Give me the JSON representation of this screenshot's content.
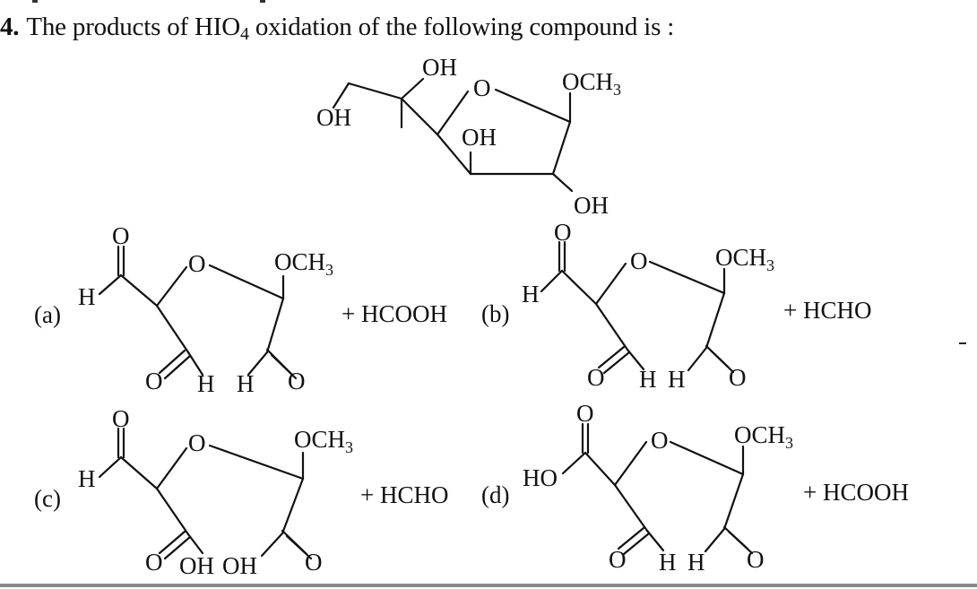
{
  "question": {
    "number": "4.",
    "text_before": "The products of HIO",
    "subscript": "4",
    "text_after": " oxidation of the following compound is :"
  },
  "reactant": {
    "labels": {
      "oh_top": "OH",
      "oh_left": "OH",
      "ring_o": "O",
      "och3": "OCH",
      "och3_sub": "3",
      "oh_ring": "OH",
      "oh_bottom": "OH"
    }
  },
  "options": [
    {
      "letter": "(a)",
      "byproduct": "+ HCOOH",
      "labels": {
        "top_o": "O",
        "left": "H",
        "ring_o": "O",
        "och3": "OCH",
        "och3_sub": "3",
        "bl_o": "O",
        "bl_sub": "H",
        "br_sub": "H",
        "br_o": "O"
      }
    },
    {
      "letter": "(b)",
      "byproduct": "+ HCHO",
      "labels": {
        "top_o": "O",
        "left": "H",
        "ring_o": "O",
        "och3": "OCH",
        "och3_sub": "3",
        "bl_o": "O",
        "bl_sub": "H",
        "br_sub": "H",
        "br_o": "O"
      }
    },
    {
      "letter": "(c)",
      "byproduct": "+ HCHO",
      "labels": {
        "top_o": "O",
        "left": "H",
        "ring_o": "O",
        "och3": "OCH",
        "och3_sub": "3",
        "bl_o": "O",
        "bl_sub": "OH",
        "br_sub": "OH",
        "br_o": "O"
      }
    },
    {
      "letter": "(d)",
      "byproduct": "+ HCOOH",
      "labels": {
        "top_o": "O",
        "left": "HO",
        "ring_o": "O",
        "och3": "OCH",
        "och3_sub": "3",
        "bl_o": "O",
        "bl_sub": "H",
        "br_sub": "H",
        "br_o": "O"
      }
    }
  ]
}
